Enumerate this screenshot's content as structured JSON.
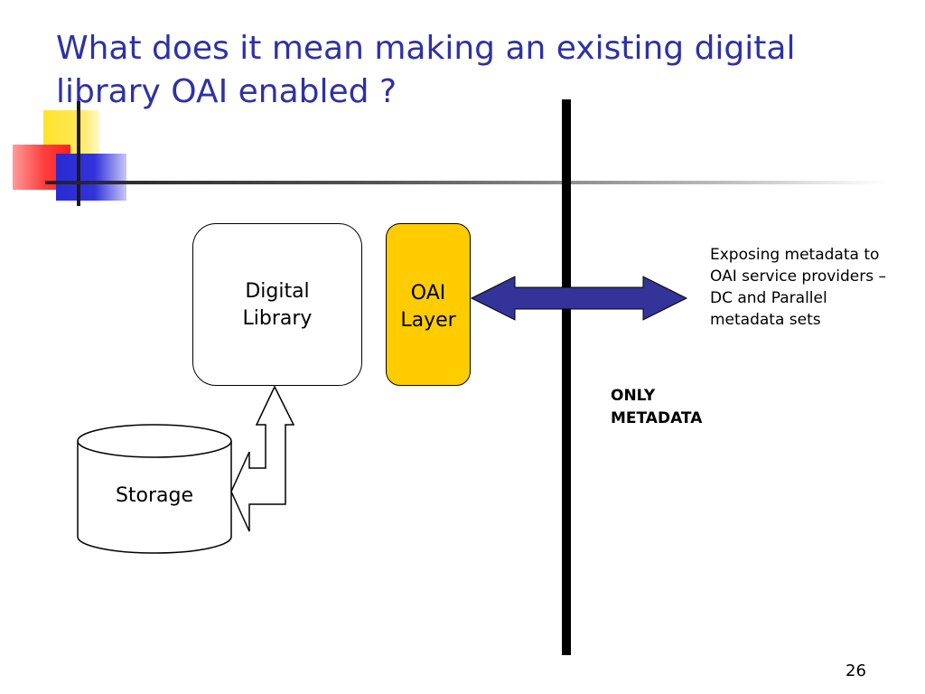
{
  "slide": {
    "title": "What does it mean making an existing digital library OAI enabled ?",
    "page_number": "26"
  },
  "diagram": {
    "digital_library_label": "Digital\nLibrary",
    "oai_layer_label": "OAI\nLayer",
    "storage_label": "Storage",
    "exposing_text": "Exposing metadata to OAI service providers – DC and Parallel metadata sets",
    "only_metadata_label": "ONLY\nMETADATA"
  },
  "colors": {
    "title": "#2d31a8",
    "oai_layer_fill": "#ffcc00",
    "arrow_fill": "#33339a",
    "deco_yellow": "#ffe32a",
    "deco_red": "#ff3d3d",
    "deco_blue": "#3333dd"
  },
  "icons": {
    "double_arrow": "double-headed-arrow",
    "bent_arrow": "bent-block-arrow",
    "storage_shape": "cylinder"
  }
}
